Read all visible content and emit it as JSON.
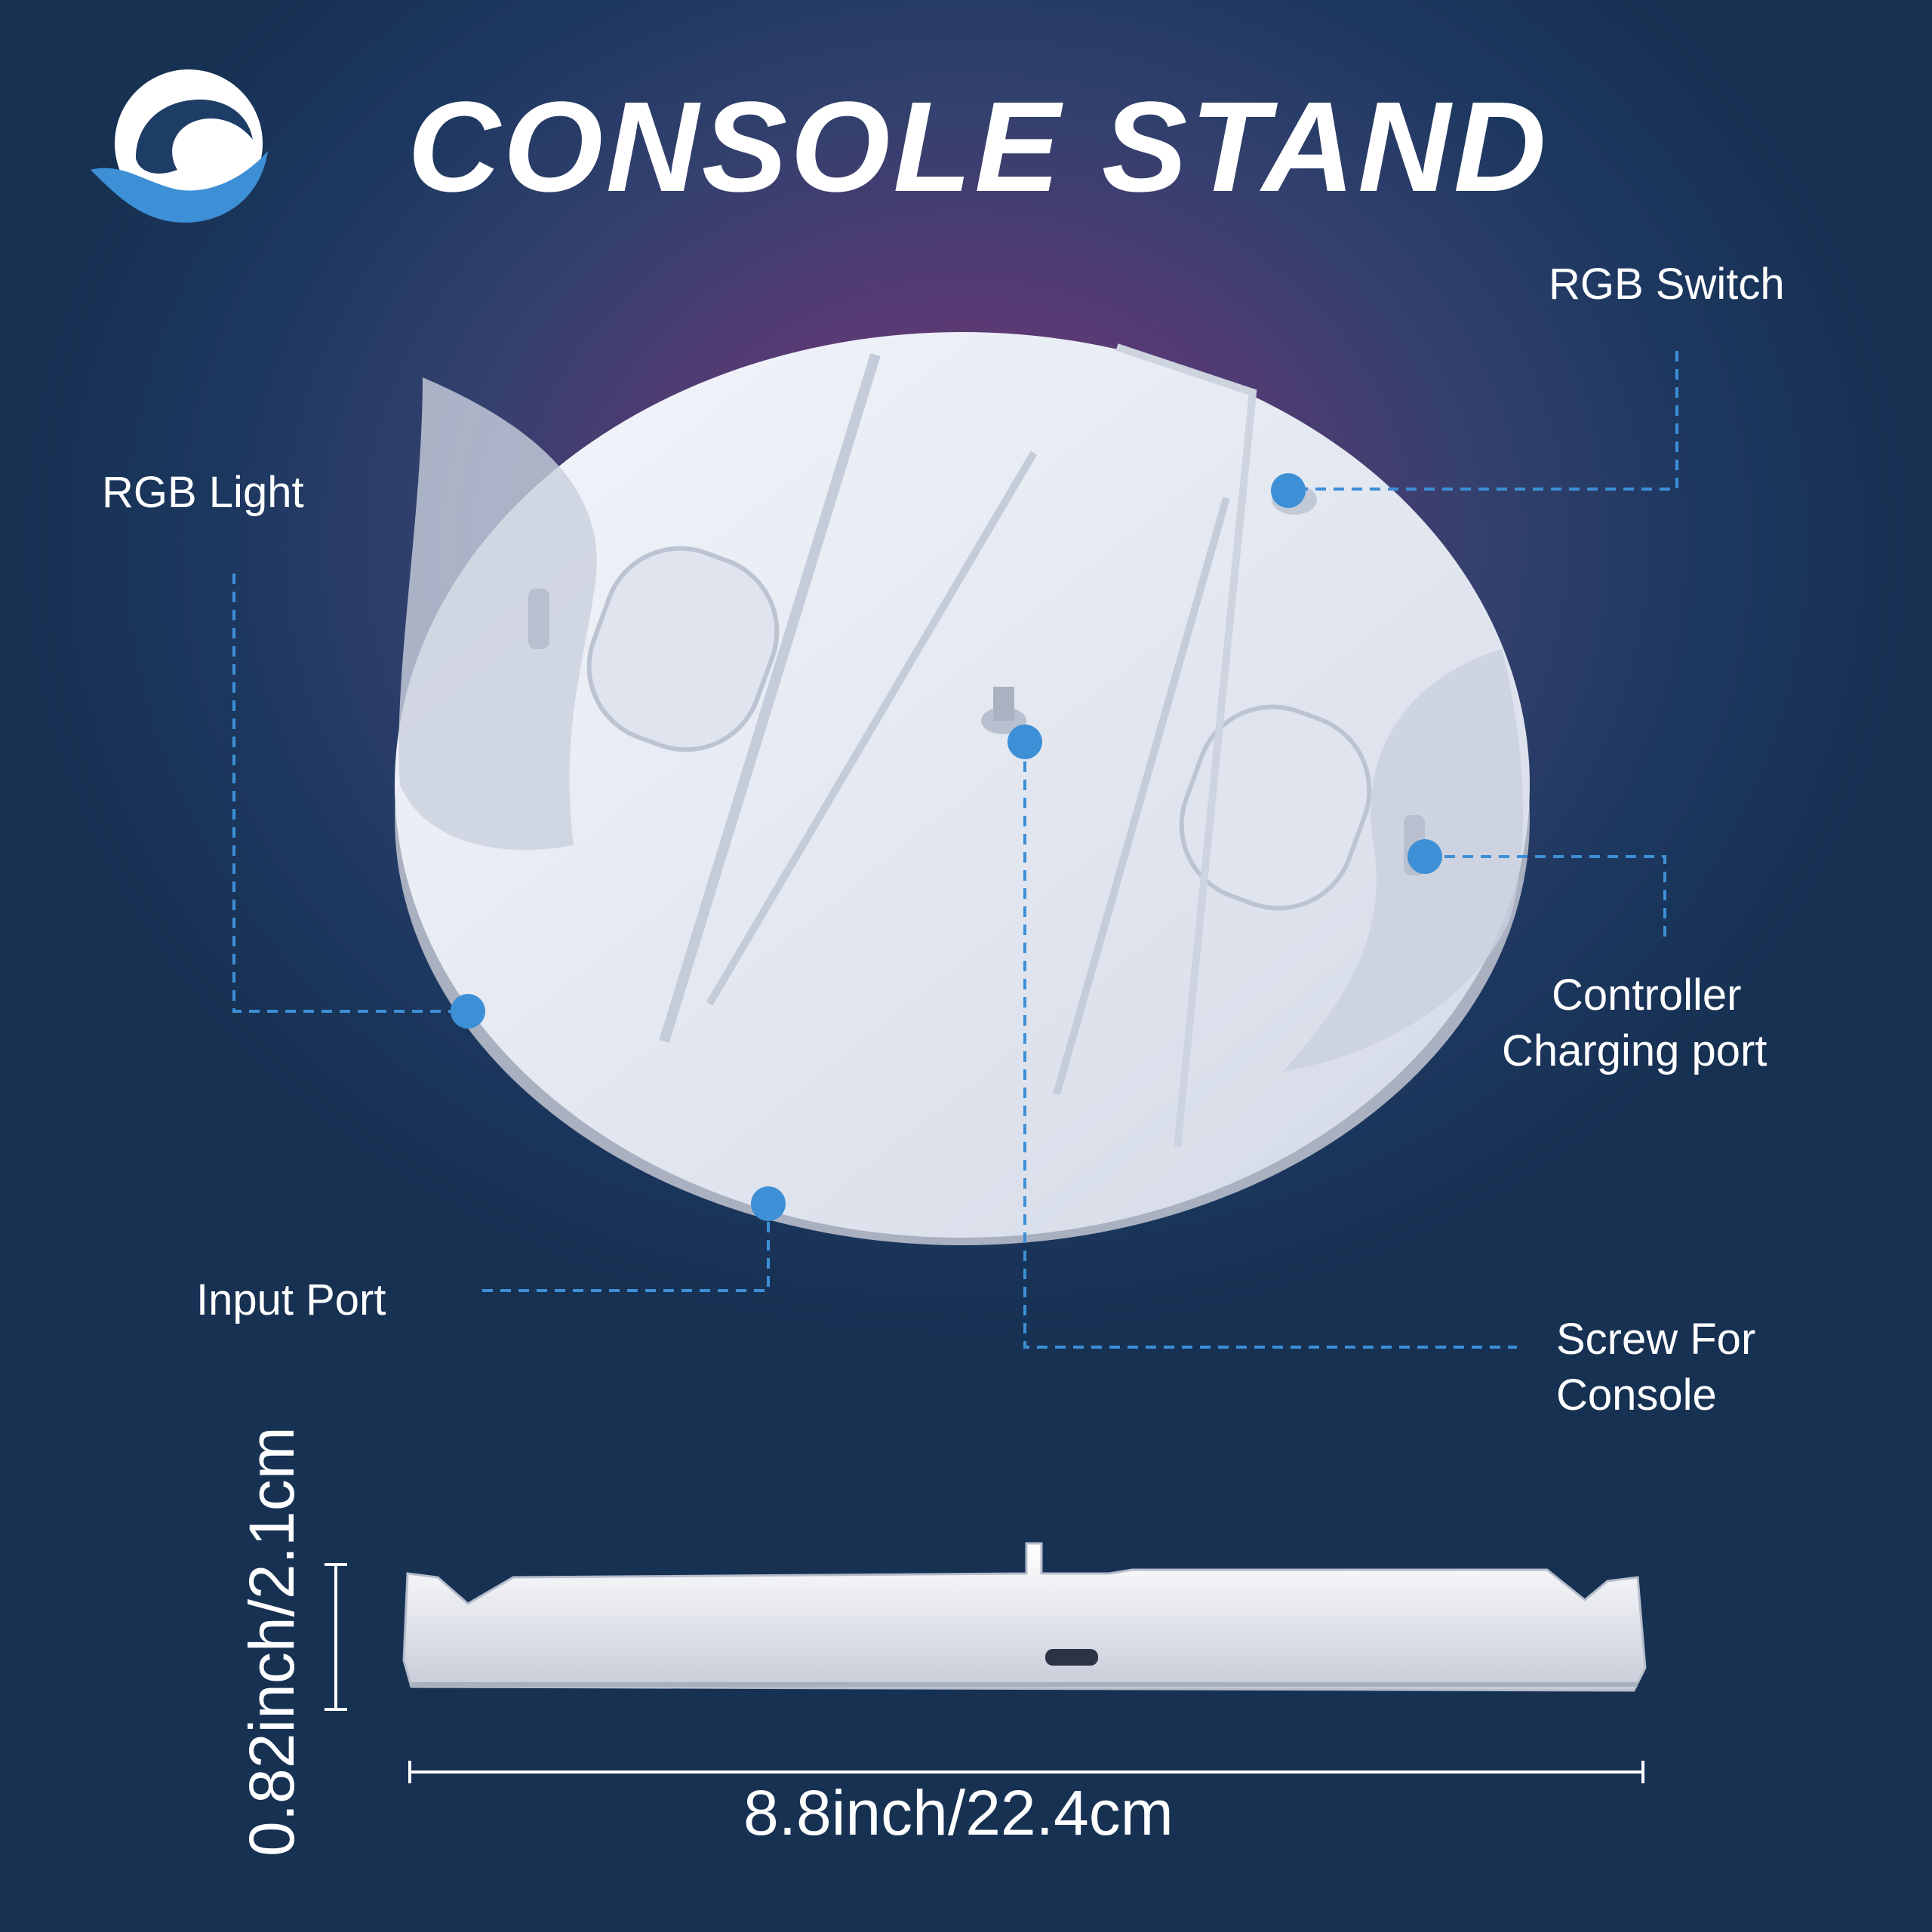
{
  "title": "CONSOLE STAND",
  "colors": {
    "accent": "#3d8fd6",
    "background": "#1a3358",
    "glow": "#7c3f7e",
    "product": "#e4e8f1"
  },
  "logo": {
    "icon": "wave-circle-logo"
  },
  "callouts": {
    "rgb_switch": "RGB Switch",
    "rgb_light": "RGB Light",
    "controller_charging_line1": "Controller",
    "controller_charging_line2": "Charging port",
    "input_port": "Input Port",
    "screw_line1": "Screw For",
    "screw_line2": "Console"
  },
  "dimensions": {
    "height": "0.82inch/2.1cm",
    "width": "8.8inch/22.4cm"
  }
}
